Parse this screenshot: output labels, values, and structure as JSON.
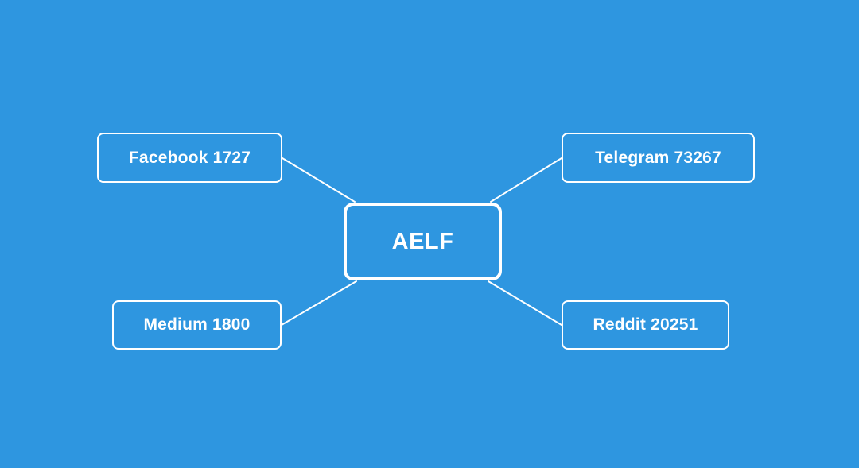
{
  "background_color": "#2e96e0",
  "line_color": "#ffffff",
  "center": {
    "label": "AELF"
  },
  "nodes": {
    "facebook": {
      "label": "Facebook 1727"
    },
    "telegram": {
      "label": "Telegram 73267"
    },
    "medium": {
      "label": "Medium 1800"
    },
    "reddit": {
      "label": "Reddit 20251"
    }
  }
}
